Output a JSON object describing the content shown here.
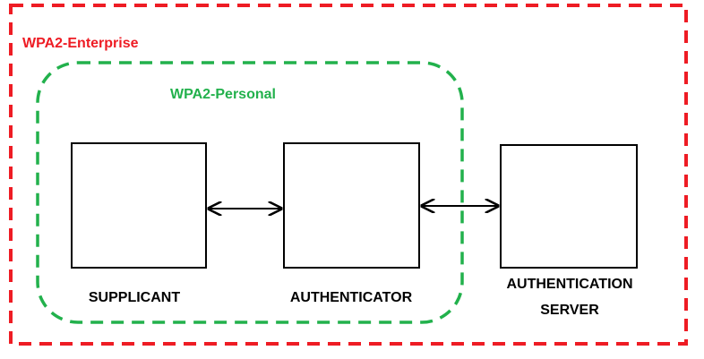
{
  "zones": {
    "enterprise": {
      "label": "WPA2-Enterprise",
      "color": "#ee1c24"
    },
    "personal": {
      "label": "WPA2-Personal",
      "color": "#22b14c"
    }
  },
  "nodes": {
    "supplicant": {
      "label": "SUPPLICANT"
    },
    "authenticator": {
      "label": "AUTHENTICATOR"
    },
    "auth_server": {
      "label_line1": "AUTHENTICATION",
      "label_line2": "SERVER"
    }
  },
  "connections": [
    {
      "from": "supplicant",
      "to": "authenticator",
      "type": "bidirectional-arrow"
    },
    {
      "from": "authenticator",
      "to": "auth_server",
      "type": "bidirectional-arrow"
    }
  ]
}
